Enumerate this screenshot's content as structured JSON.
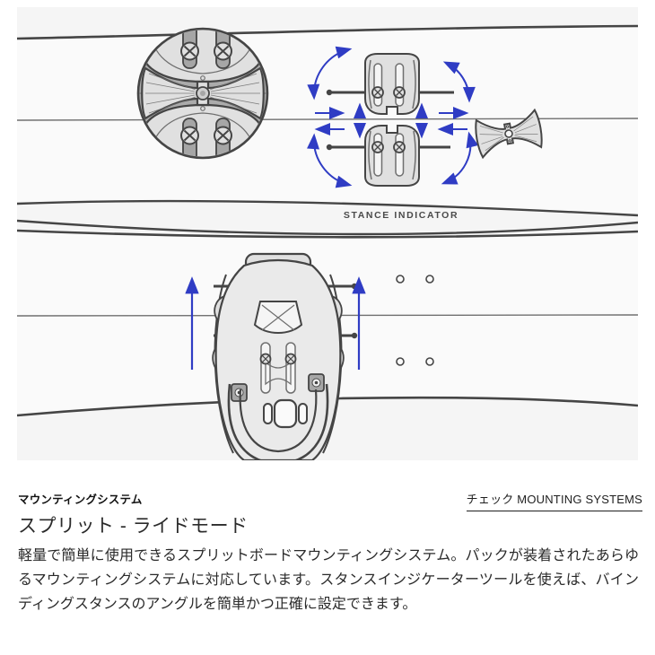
{
  "colors": {
    "accent_blue": "#2f3cc4",
    "outline_dark": "#454545",
    "thin_line": "#6f6f6f",
    "panel_background": "#f5f5f5",
    "board_fill": "#fafafa",
    "callout_circle_fill": "#ababab",
    "part_fill": "#e0e0e0",
    "text_primary": "#1f1f1f",
    "text_secondary": "#4a4a4a"
  },
  "diagram": {
    "stance_indicator_label": "STANCE INDICATOR"
  },
  "content": {
    "section_label": "マウンティングシステム",
    "link_label": "チェック MOUNTING SYSTEMS",
    "title": "スプリット - ライドモード",
    "description": "軽量で簡単に使用できるスプリットボードマウンティングシステム。パックが装着されたあらゆるマウンティングシステムに対応しています。スタンスインジケーターツールを使えば、バインディングスタンスのアングルを簡単かつ正確に設定できます。"
  }
}
